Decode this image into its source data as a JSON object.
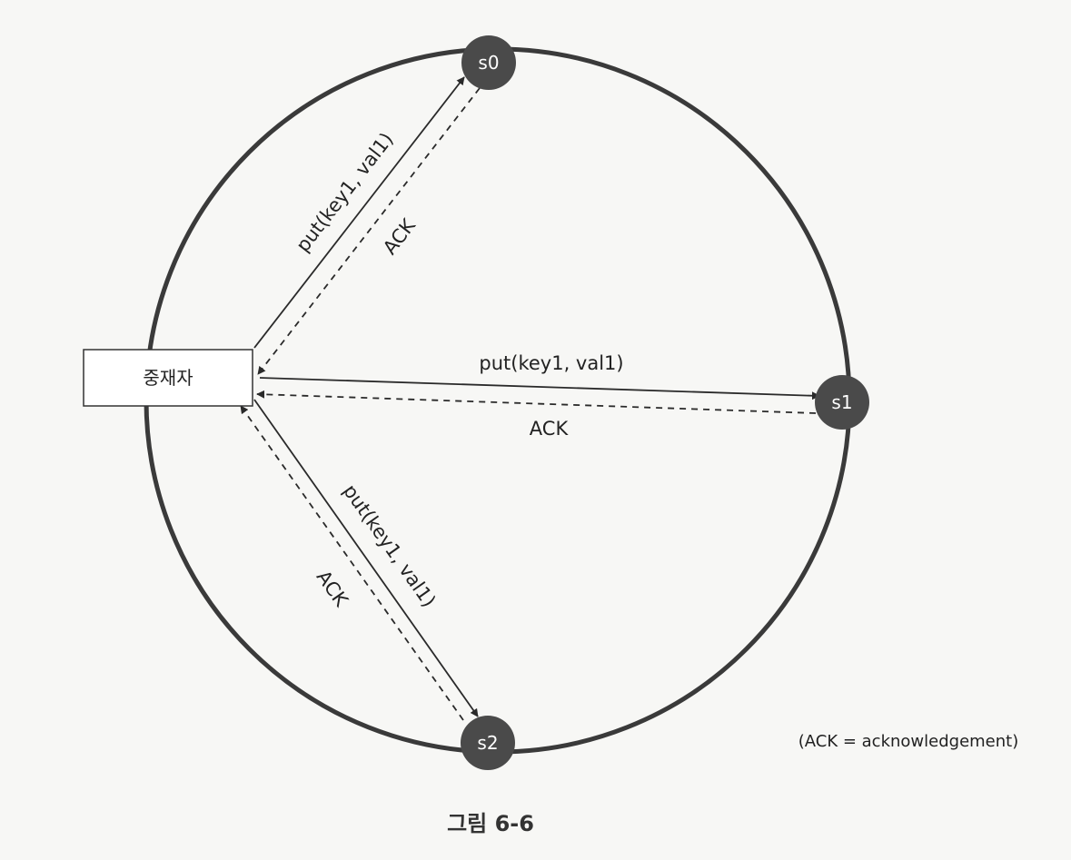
{
  "coordinator": {
    "label": "중재자"
  },
  "nodes": {
    "s0": "s0",
    "s1": "s1",
    "s2": "s2"
  },
  "edges": {
    "s0_put": "put(key1, val1)",
    "s0_ack": "ACK",
    "s1_put": "put(key1, val1)",
    "s1_ack": "ACK",
    "s2_put": "put(key1, val1)",
    "s2_ack": "ACK"
  },
  "note": "(ACK = acknowledgement)",
  "caption": "그림 6-6",
  "colors": {
    "ring": "#3a3a3a",
    "node_fill": "#4a4a4a",
    "background": "#f7f7f5"
  }
}
